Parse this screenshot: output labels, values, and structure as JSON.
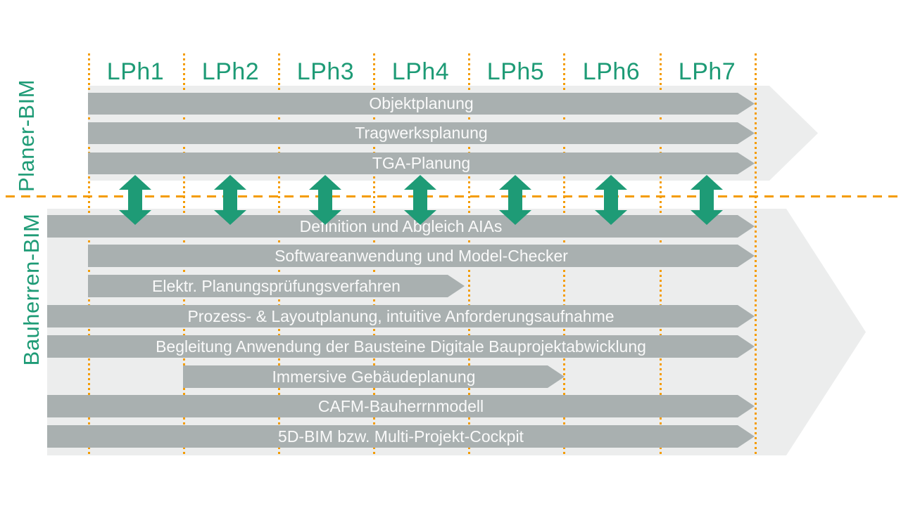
{
  "phases": {
    "labels": [
      "LPh1",
      "LPh2",
      "LPh3",
      "LPh4",
      "LPh5",
      "LPh6",
      "LPh7"
    ]
  },
  "sections": {
    "planer": {
      "label": "Planer-BIM",
      "bars": [
        {
          "label": "Objektplanung"
        },
        {
          "label": "Tragwerksplanung"
        },
        {
          "label": "TGA-Planung"
        }
      ]
    },
    "bauherren": {
      "label": "Bauherren-BIM",
      "bars": [
        {
          "label": "Definition und Abgleich AIAs"
        },
        {
          "label": "Softwareanwendung und Model-Checker"
        },
        {
          "label": "Elektr. Planungsprüfungsverfahren"
        },
        {
          "label": "Prozess- & Layoutplanung, intuitive Anforderungsaufnahme"
        },
        {
          "label": "Begleitung Anwendung der Bausteine Digitale Bauprojektabwicklung"
        },
        {
          "label": "Immersive Gebäudeplanung"
        },
        {
          "label": "CAFM-Bauherrnmodell"
        },
        {
          "label": "5D-BIM bzw. Multi-Projekt-Cockpit"
        }
      ]
    }
  },
  "icons": {
    "connector": "double-vertical-arrow",
    "connector_count": 7
  },
  "colors": {
    "green": "#1E9B76",
    "orange": "#F49C00",
    "bar_gray": "#A9B0B0",
    "background_chevron_gray": "#ECEDED",
    "bar_text": "#FAFAFA"
  }
}
